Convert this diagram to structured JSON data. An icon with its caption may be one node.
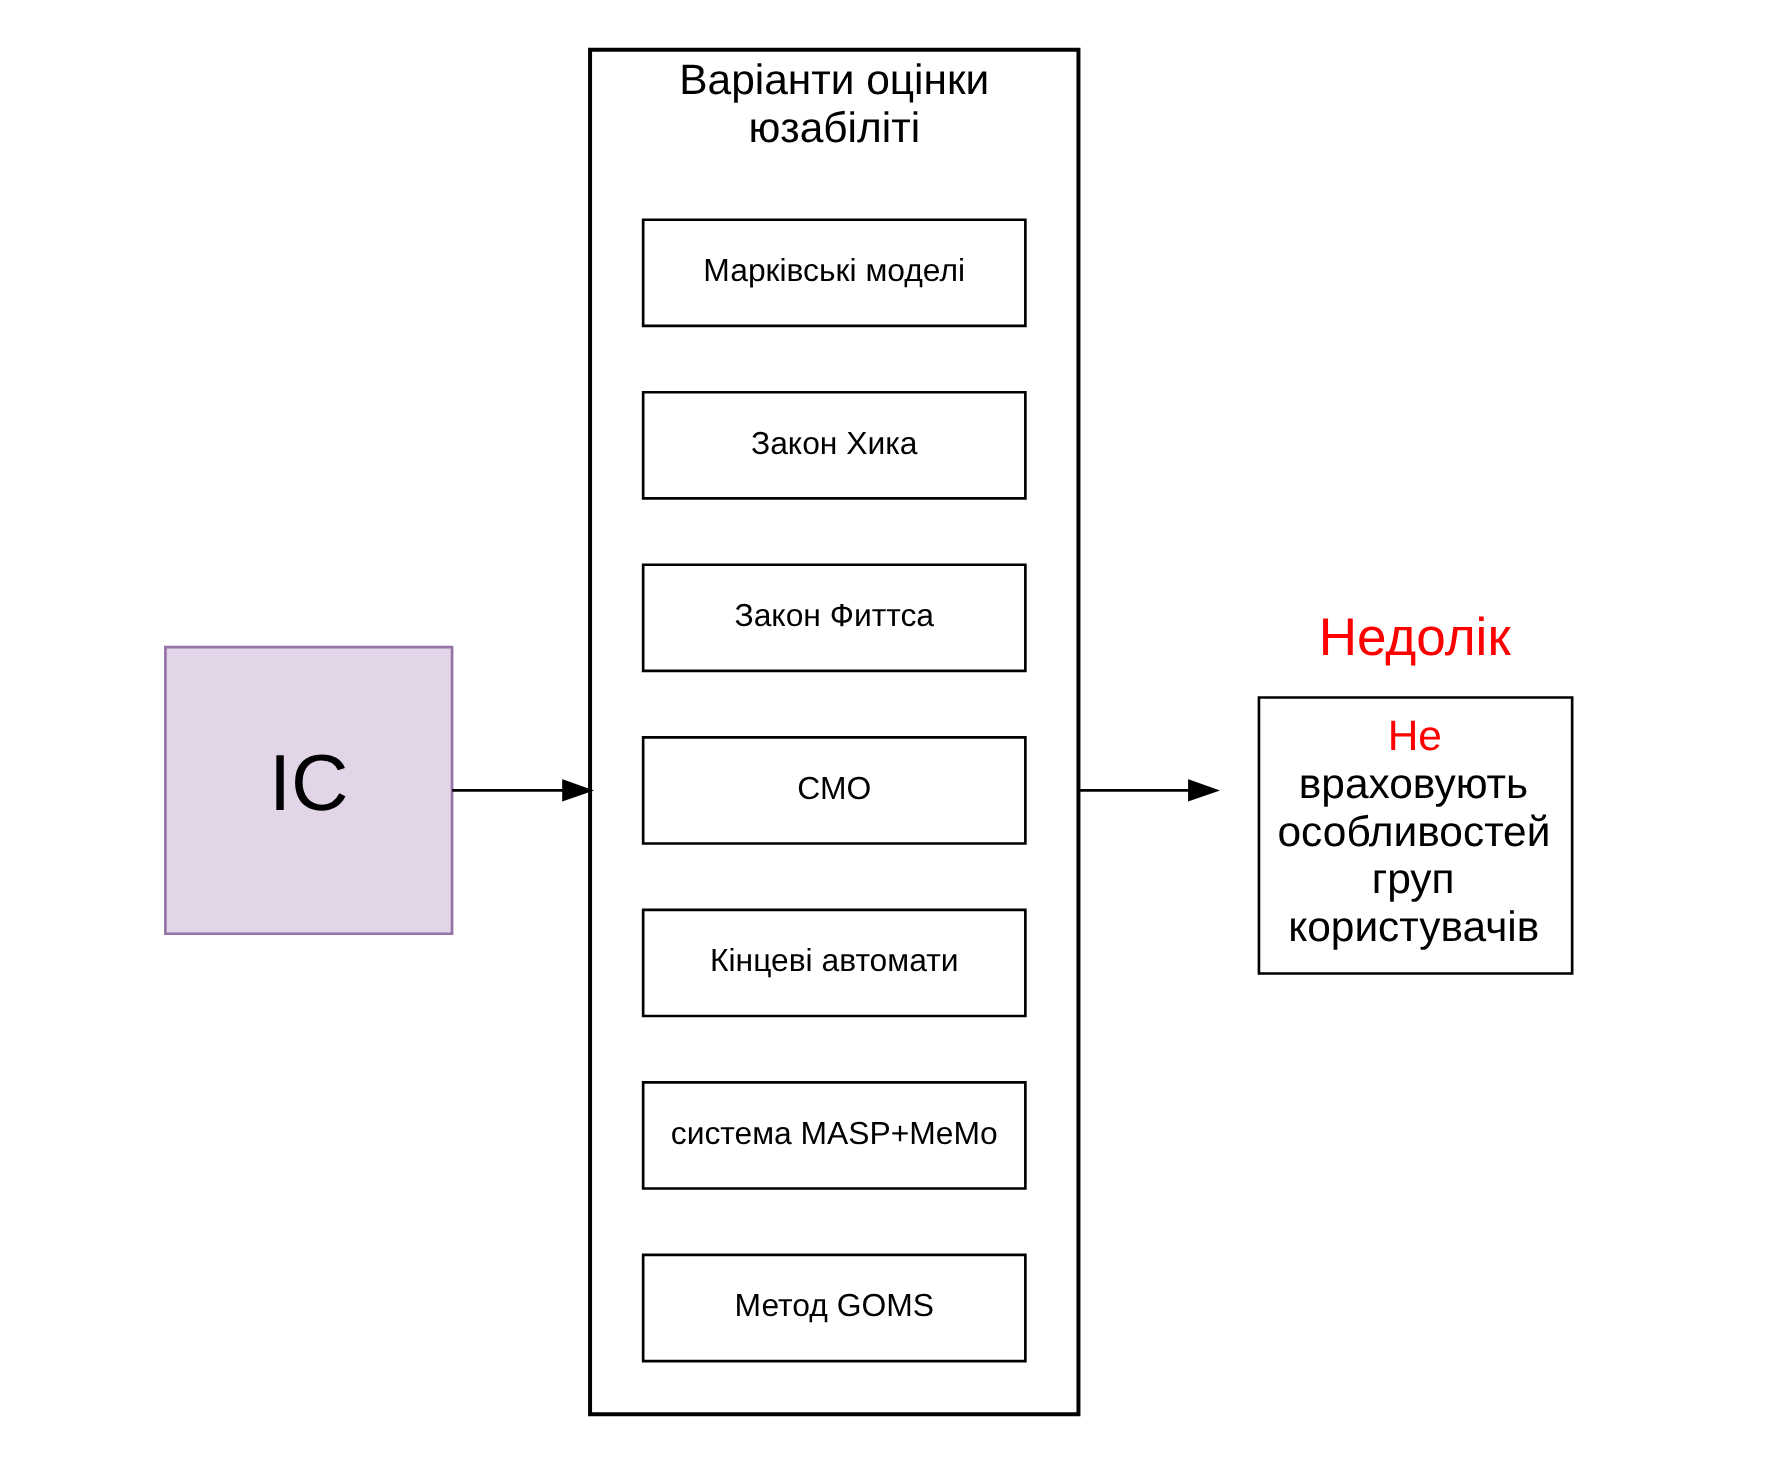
{
  "diagram": {
    "nodes": [
      {
        "text": [
          "IC"
        ]
      },
      {
        "text": [
          "Варіанти оцінки юзабіліті"
        ]
      },
      {
        "text": [
          "Метод GOMS"
        ],
        "in": 1
      },
      {
        "text": [
          "система MASP+MeMo"
        ],
        "in": 1
      },
      {
        "text": [
          "Кінцеві автомати"
        ],
        "in": 1
      },
      {
        "text": [
          "СМО"
        ],
        "in": 1
      },
      {
        "text": [
          "Закон Фиттса"
        ],
        "in": 1
      },
      {
        "text": [
          "Закон Хика"
        ],
        "in": 1
      },
      {
        "text": [
          "Марківські моделі"
        ],
        "in": 1
      },
      {
        "text": [
          "Недолік",
          "Не враховують особливостей груп користувачів"
        ]
      }
    ],
    "edges": [
      {
        "from": 0,
        "to": 1,
        "arrow": "to"
      },
      {
        "from": 1,
        "to": 9,
        "arrow": "to"
      }
    ]
  }
}
